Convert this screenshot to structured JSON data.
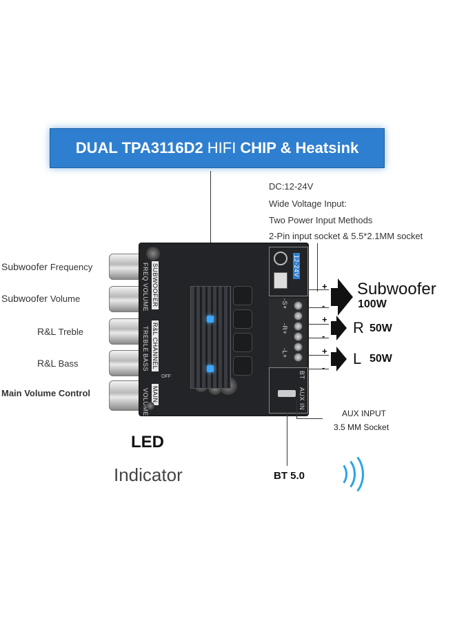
{
  "banner": {
    "part1": "DUAL TPA3116D2",
    "part2": "HIFI",
    "part3": "CHIP &",
    "part4": "Heatsink"
  },
  "specs": {
    "line1": "DC:12-24V",
    "line2": "Wide Voltage Input:",
    "line3": "Two Power Input Methods",
    "line4": "2-Pin input socket & 5.5*2.1MM socket"
  },
  "left_labels": {
    "sub_freq_a": "Subwoofer",
    "sub_freq_b": "Frequency",
    "sub_vol_a": "Subwoofer",
    "sub_vol_b": "Volume",
    "treble_a": "R&L",
    "treble_b": "Treble",
    "bass_a": "R&L",
    "bass_b": "Bass",
    "main_volume": "Main Volume Control"
  },
  "board": {
    "subwoofer": "SUBWOOFER",
    "freq": "FREQ",
    "volume1": "VOLUME",
    "rl_channel": "R&L CHANNEL",
    "treble": "TREBLE",
    "bass": "BASS",
    "main": "MAIN",
    "volume2": "VOLUME",
    "off": "OFF",
    "dc": "12-24V",
    "sub_term": "-S+",
    "r_term": "-R+",
    "l_term": "-L+",
    "bt": "BT",
    "aux": "AUX IN"
  },
  "outputs": {
    "subwoofer": "Subwoofer",
    "subwoofer_w": "100W",
    "r": "R",
    "r_w": "50W",
    "l": "L",
    "l_w": "50W",
    "plus": "+",
    "minus": "-"
  },
  "aux": {
    "line1": "AUX INPUT",
    "line2": "3.5 MM Socket"
  },
  "led": {
    "line1": "LED",
    "line2": "Indicator"
  },
  "bt": "BT 5.0",
  "colors": {
    "banner": "#2f7fd0",
    "led": "#3aa7ff",
    "board": "#232427"
  }
}
